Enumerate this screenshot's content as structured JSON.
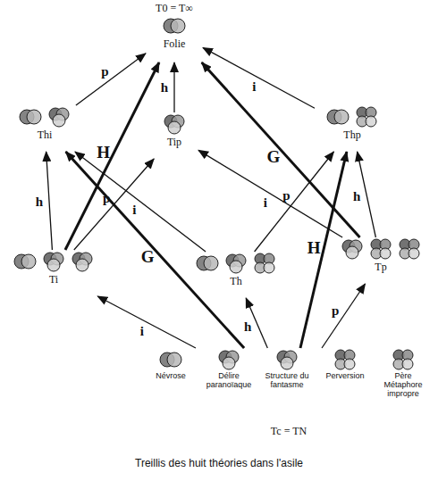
{
  "diagram": {
    "caption": "Treillis des huit théories dans l'asile",
    "nodes": [
      {
        "text": [
          "T0 = T∞",
          "Folie"
        ]
      },
      {
        "text": [
          "Thi"
        ]
      },
      {
        "text": [
          "Tip"
        ]
      },
      {
        "text": [
          "Thp"
        ]
      },
      {
        "text": [
          "Ti"
        ]
      },
      {
        "text": [
          "Th"
        ]
      },
      {
        "text": [
          "Tp"
        ]
      },
      {
        "text": [
          "Tc = TN"
        ]
      },
      {
        "text": [
          "Névrose"
        ],
        "in": 7
      },
      {
        "text": [
          "Délire paranoïaque"
        ],
        "in": 7
      },
      {
        "text": [
          "Structure du fantasme"
        ],
        "in": 7
      },
      {
        "text": [
          "Perversion"
        ],
        "in": 7
      },
      {
        "text": [
          "Père Métaphore impropre"
        ],
        "in": 7
      }
    ],
    "edges": [
      {
        "from": 7,
        "to": 4,
        "arrow": "to",
        "label": "i"
      },
      {
        "from": 7,
        "to": 5,
        "arrow": "to",
        "label": "h"
      },
      {
        "from": 7,
        "to": 6,
        "arrow": "to",
        "label": "p"
      },
      {
        "from": 7,
        "to": 1,
        "arrow": "to",
        "label": "G"
      },
      {
        "from": 7,
        "to": 3,
        "arrow": "to",
        "label": "H"
      },
      {
        "from": 4,
        "to": 1,
        "arrow": "to",
        "label": "h"
      },
      {
        "from": 4,
        "to": 2,
        "arrow": "to",
        "label": "p"
      },
      {
        "from": 4,
        "to": 0,
        "arrow": "to",
        "label": "H"
      },
      {
        "from": 5,
        "to": 1,
        "arrow": "to",
        "label": "i"
      },
      {
        "from": 5,
        "to": 3,
        "arrow": "to",
        "label": "p"
      },
      {
        "from": 6,
        "to": 2,
        "arrow": "to",
        "label": "i"
      },
      {
        "from": 6,
        "to": 3,
        "arrow": "to",
        "label": "h"
      },
      {
        "from": 6,
        "to": 0,
        "arrow": "to",
        "label": "G"
      },
      {
        "from": 1,
        "to": 0,
        "arrow": "to",
        "label": "p"
      },
      {
        "from": 2,
        "to": 0,
        "arrow": "to",
        "label": "h"
      },
      {
        "from": 3,
        "to": 0,
        "arrow": "to",
        "label": "i"
      }
    ]
  }
}
